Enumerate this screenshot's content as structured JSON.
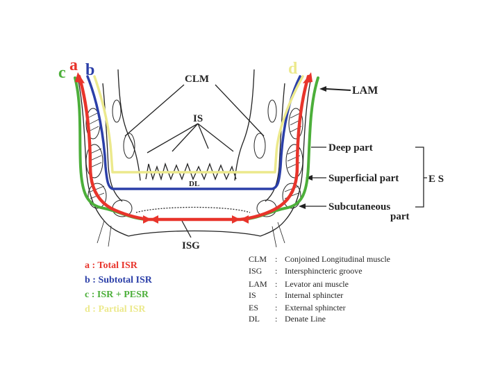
{
  "colors": {
    "a": "#e8342b",
    "b": "#2b3fa8",
    "c": "#4caf3a",
    "d": "#ece98c",
    "ink": "#222222"
  },
  "path_letters": {
    "a": "a",
    "b": "b",
    "c": "c",
    "d": "d"
  },
  "labels": {
    "clm": "CLM",
    "is": "IS",
    "lam": "LAM",
    "deep": "Deep part",
    "superficial": "Superficial part",
    "es": "E S",
    "subcutaneous_1": "Subcutaneous",
    "subcutaneous_2": "part",
    "dl": "DL",
    "isg": "ISG"
  },
  "legend": [
    {
      "text": "a : Total ISR",
      "color": "#e8342b"
    },
    {
      "text": "b : Subtotal ISR",
      "color": "#2b3fa8"
    },
    {
      "text": "c : ISR + PESR",
      "color": "#4caf3a"
    },
    {
      "text": "d : Partial ISR",
      "color": "#ece98c"
    }
  ],
  "abbreviations": [
    {
      "abbr": "CLM",
      "sep": ":",
      "meaning": "Conjoined Longitudinal muscle"
    },
    {
      "abbr": "ISG",
      "sep": ":",
      "meaning": "Intersphincteric groove"
    },
    {
      "abbr": "LAM",
      "sep": ":",
      "meaning": "Levator ani muscle"
    },
    {
      "abbr": "IS",
      "sep": ":",
      "meaning": "Internal sphincter"
    },
    {
      "abbr": "ES",
      "sep": ":",
      "meaning": "External sphincter"
    },
    {
      "abbr": "DL",
      "sep": ":",
      "meaning": "Denate Line"
    }
  ]
}
